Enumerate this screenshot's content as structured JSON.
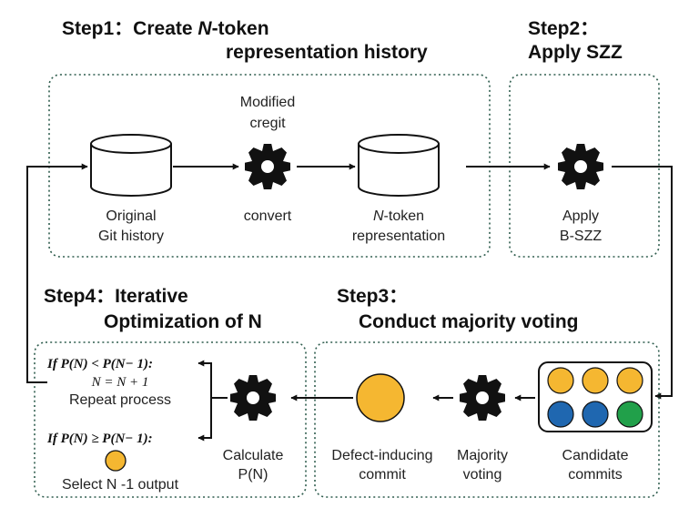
{
  "step1": {
    "title_prefix": "Step1：Create ",
    "title_var": "N",
    "title_suffix": "-token",
    "title_line2": "representation history",
    "source_line1": "Original",
    "source_line2": "Git history",
    "tool_line1": "Modified",
    "tool_line2": "cregit",
    "tool_action": "convert",
    "output_var": "N",
    "output_line1_suffix": "-token",
    "output_line2": "representation"
  },
  "step2": {
    "title_line1": "Step2：",
    "title_line2": "Apply SZZ",
    "action_line1": "Apply",
    "action_line2": "B-SZZ"
  },
  "step3": {
    "title_line1": "Step3：",
    "title_line2": "Conduct majority voting",
    "candidates_line1": "Candidate",
    "candidates_line2": "commits",
    "voting_line1": "Majority",
    "voting_line2": "voting",
    "result_line1": "Defect-inducing",
    "result_line2": "commit",
    "candidate_colors": [
      "#f5b731",
      "#f5b731",
      "#f5b731",
      "#1f67b0",
      "#1f67b0",
      "#21a04a"
    ]
  },
  "step4": {
    "title_line1": "Step4：Iterative",
    "title_line2": "Optimization of N",
    "condition_lt": "If P(N) < P(N− 1):",
    "update_rule": "N = N + 1",
    "repeat_text": "Repeat process",
    "condition_ge": "If P(N) ≥ P(N− 1):",
    "select_text": "Select N -1 output",
    "calc_line1": "Calculate",
    "calc_line2": "P(N)"
  },
  "colors": {
    "box_border": "#2f5d4e",
    "gear": "#111111",
    "commit_yellow": "#f5b731",
    "commit_blue": "#1f67b0",
    "commit_green": "#21a04a"
  },
  "icons": [
    "database-icon",
    "gear-icon",
    "commit-circle-icon"
  ]
}
